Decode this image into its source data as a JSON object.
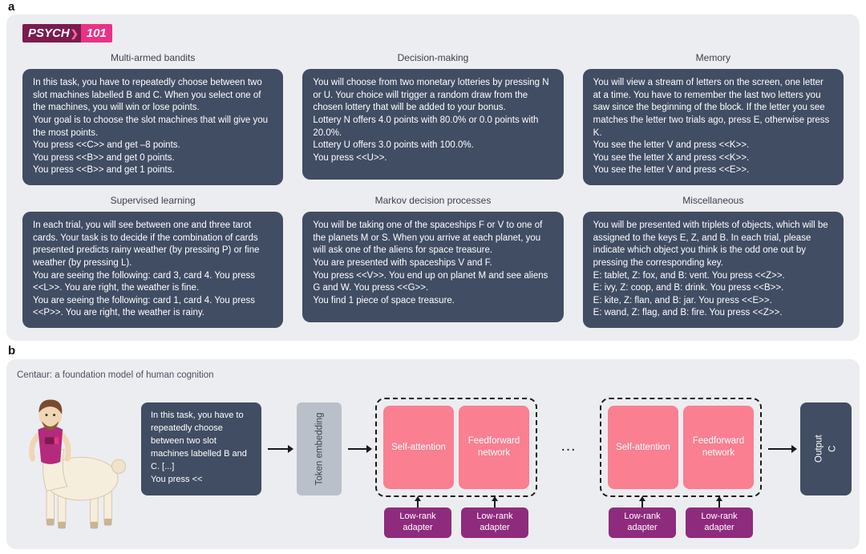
{
  "panel_a": {
    "label": "a",
    "logo": {
      "part1": "PSYCH",
      "chevron": "❯",
      "part2": "101"
    },
    "cards": [
      {
        "title": "Multi-armed bandits",
        "body": "In this task, you have to repeatedly choose between two slot machines labelled B and C. When you select one of the machines, you will win or lose points.\nYour goal is to choose the slot machines that will give you the most points.\nYou press <<C>> and get –8 points.\nYou press <<B>> and get 0 points.\nYou press <<B>> and get 1 points."
      },
      {
        "title": "Decision-making",
        "body": "You will choose from two monetary lotteries by pressing N or U. Your choice will trigger a random draw from the chosen lottery that will be added to your bonus.\nLottery N offers 4.0 points with 80.0% or 0.0 points with 20.0%.\nLottery U offers 3.0 points with 100.0%.\nYou press <<U>>."
      },
      {
        "title": "Memory",
        "body": "You will view a stream of letters on the screen, one letter at a time. You have to remember the last two letters you saw since the beginning of the block. If the letter you see matches the letter two trials ago, press E, otherwise press K.\nYou see the letter V and press <<K>>.\nYou see the letter X and press <<K>>.\nYou see the letter V and press <<E>>."
      },
      {
        "title": "Supervised learning",
        "body": "In each trial, you will see between one and three tarot cards. Your task is to decide if the combination of cards presented predicts rainy weather (by pressing P) or fine weather (by pressing L).\nYou are seeing the following: card 3, card 4. You press <<L>>. You are right, the weather is fine.\nYou are seeing the following: card 1, card 4. You press <<P>>. You are right, the weather is rainy."
      },
      {
        "title": "Markov decision processes",
        "body": "You will be taking one of the spaceships F or V to one of the planets M or S. When you arrive at each planet, you will ask one of the aliens for space treasure.\nYou are presented with spaceships V and F.\nYou press <<V>>. You end up on planet M and see aliens G and W. You press <<G>>.\nYou find 1 piece of space treasure."
      },
      {
        "title": "Miscellaneous",
        "body": "You will be presented with triplets of objects, which will be assigned to the keys E, Z, and B. In each trial, please indicate which object you think is the odd one out by pressing the corresponding key.\nE: tablet, Z: fox, and B: vent. You press <<Z>>.\nE: ivy, Z: coop, and B: drink. You press <<B>>.\nE: kite, Z: flan, and B: jar. You press <<E>>.\nE: wand, Z: flag, and B: fire. You press <<Z>>."
      }
    ]
  },
  "panel_b": {
    "label": "b",
    "title": "Centaur: a foundation model of human cognition",
    "prompt_text": "In this task, you have to repeatedly choose between two slot machines labelled B and C. [...]\nYou press <<",
    "token_embedding_label": "Token embedding",
    "self_attention_label": "Self-attention",
    "feedforward_label": "Feedforward network",
    "low_rank_label": "Low-rank adapter",
    "ellipsis": "...",
    "output_label": "Output\nC"
  },
  "colors": {
    "card_bg": "#414d63",
    "panel_bg": "#ecedf0",
    "pink": "#f97f91",
    "purple": "#8e2b7d",
    "token_bg": "#b9c0ca",
    "logo_dark": "#7b1b4e",
    "logo_pink": "#e93286",
    "line": "#1a1a1a",
    "title_text": "#3a4150"
  }
}
